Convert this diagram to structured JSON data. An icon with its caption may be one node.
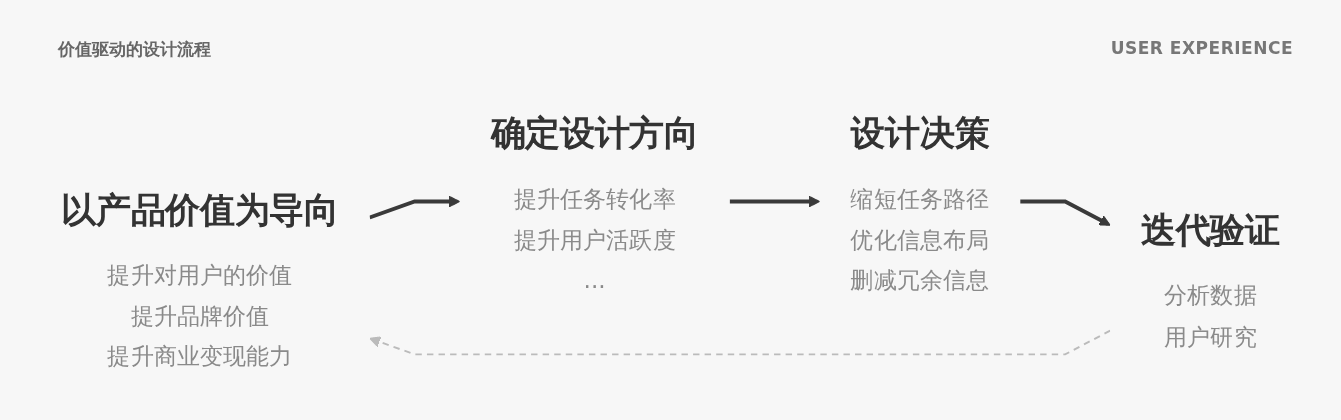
{
  "diagram": {
    "title": "价值驱动的设计流程",
    "nodes": [
      {
        "text": [
          "以产品价值为导向",
          "提升对用户的价值",
          "提升品牌价值",
          "提升商业变现能力"
        ]
      },
      {
        "text": [
          "确定设计方向",
          "提升任务转化率",
          "提升用户活跃度",
          "..."
        ]
      },
      {
        "text": [
          "设计决策",
          "缩短任务路径",
          "优化信息布局",
          "删减冗余信息"
        ]
      },
      {
        "text": [
          "迭代验证",
          "分析数据",
          "用户研究"
        ]
      }
    ],
    "edges": [
      {
        "from": 0,
        "to": 1,
        "arrow": "to"
      },
      {
        "from": 1,
        "to": 2,
        "arrow": "to"
      },
      {
        "from": 2,
        "to": 3,
        "arrow": "to"
      },
      {
        "from": 3,
        "to": 0,
        "arrow": "to",
        "style": "dashed",
        "color": "#bbbbbb"
      }
    ],
    "labels": [
      "USER EXPERIENCE"
    ]
  }
}
